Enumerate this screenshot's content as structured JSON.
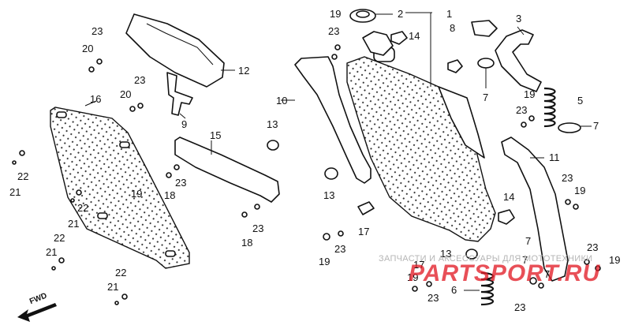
{
  "callouts": {
    "c1": "1",
    "c2": "2",
    "c3": "3",
    "c5": "5",
    "c6": "6",
    "c7a": "7",
    "c7b": "7",
    "c7c": "7",
    "c7d": "7",
    "c7e": "7",
    "c8": "8",
    "c9": "9",
    "c10": "10",
    "c11": "11",
    "c12": "12",
    "c13a": "13",
    "c13b": "13",
    "c13c": "13",
    "c14a": "14",
    "c14b": "14",
    "c15": "15",
    "c16": "16",
    "c17a": "17",
    "c17b": "17",
    "c18a": "18",
    "c18b": "18",
    "c19a": "19",
    "c19b": "19",
    "c19c": "19",
    "c19d": "19",
    "c19e": "19",
    "c19f": "19",
    "c19g": "19",
    "c20a": "20",
    "c20b": "20",
    "c21a": "21",
    "c21b": "21",
    "c21c": "21",
    "c21d": "21",
    "c22a": "22",
    "c22b": "22",
    "c22c": "22",
    "c22d": "22",
    "c23a": "23",
    "c23b": "23",
    "c23c": "23",
    "c23d": "23",
    "c23e": "23",
    "c23f": "23",
    "c23g": "23",
    "c23h": "23",
    "c23i": "23",
    "c23j": "23",
    "c23k": "23"
  },
  "fwd_label": "FWD",
  "watermark": {
    "text": "ЗАПЧАСТИ И АКСЕССУАРЫ ДЛЯ МОТОТЕХНИКИ",
    "logo": "PARTSPORT.RU"
  },
  "colors": {
    "ink": "#111111",
    "watermark_red": "#e11e28",
    "watermark_grey": "#b5b5b5"
  }
}
